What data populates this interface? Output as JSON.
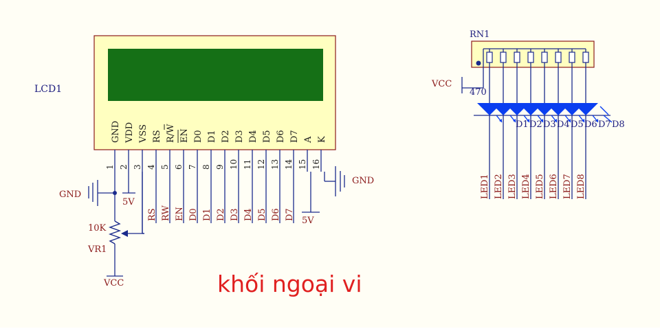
{
  "page": {
    "background": "#fffef5"
  },
  "colors": {
    "wire": "#1a2a8c",
    "label": "#8b1a1a",
    "text": "#202080",
    "lcd_body": "#ffffc0",
    "lcd_screen": "#157016",
    "led": "#0b3ff0",
    "caption": "#e02020",
    "outline": "#8b1a1a"
  },
  "lcd": {
    "designator": "LCD1",
    "pin_names": [
      "GND",
      "VDD",
      "VSS",
      "RS",
      "R/W",
      "EN",
      "D0",
      "D1",
      "D2",
      "D3",
      "D4",
      "D5",
      "D6",
      "D7",
      "A",
      "K"
    ],
    "pin_numbers": [
      "1",
      "2",
      "3",
      "4",
      "5",
      "6",
      "7",
      "8",
      "9",
      "10",
      "11",
      "12",
      "13",
      "14",
      "15",
      "16"
    ],
    "net_labels": [
      "RS",
      "RW",
      "EN",
      "D0",
      "D1",
      "D2",
      "D3",
      "D4",
      "D5",
      "D6",
      "D7"
    ]
  },
  "power": {
    "gnd_left": "GND",
    "gnd_right": "GND",
    "vdd_5v": "5V",
    "a_5v": "5V",
    "vcc_pot": "VCC",
    "vcc_rn": "VCC"
  },
  "pot": {
    "value": "10K",
    "designator": "VR1"
  },
  "resistor_network": {
    "designator": "RN1",
    "value": "470"
  },
  "leds": {
    "designators": [
      "D1",
      "D2",
      "D3",
      "D4",
      "D5",
      "D6",
      "D7",
      "D8"
    ],
    "net_labels": [
      "LED1",
      "LED2",
      "LED3",
      "LED4",
      "LED5",
      "LED6",
      "LED7",
      "LED8"
    ]
  },
  "caption": "khối ngoại vi"
}
